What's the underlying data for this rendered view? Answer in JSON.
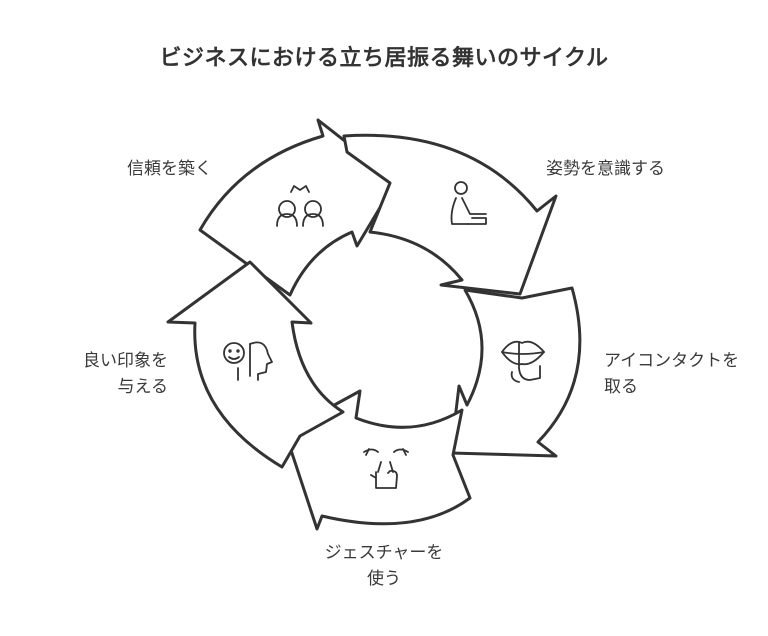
{
  "title": "ビジネスにおける立ち居振る舞いのサイクル",
  "steps": [
    {
      "lines": [
        "姿勢を意識する"
      ],
      "icon": "posture-icon"
    },
    {
      "lines": [
        "アイコンタクトを",
        "取る"
      ],
      "icon": "eye-contact-icon"
    },
    {
      "lines": [
        "ジェスチャーを",
        "使う"
      ],
      "icon": "gesture-icon"
    },
    {
      "lines": [
        "良い印象を",
        "与える"
      ],
      "icon": "good-impression-icon"
    },
    {
      "lines": [
        "信頼を築く"
      ],
      "icon": "build-trust-icon"
    }
  ]
}
